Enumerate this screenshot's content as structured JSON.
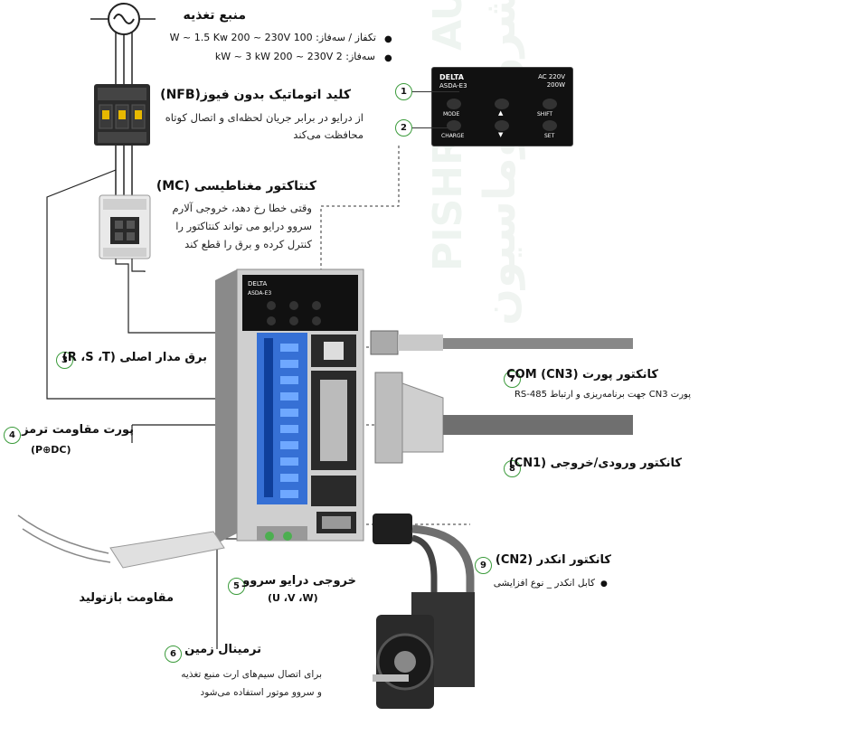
{
  "watermark": {
    "fa": "پیشرو اتوماسیون",
    "en": "PISHRAM AUTOMATION"
  },
  "power": {
    "title": "منبع تغذیه",
    "line1": "تکفاز / سه‌فاز: 100 W ~ 1.5 Kw  200 ~ 230V",
    "line2": "سه‌فاز: 2 kW ~ 3 kW  200 ~ 230V"
  },
  "nfb": {
    "title": "کلید اتوماتیک بدون فیوز(NFB)",
    "desc": "از درایو در برابر جریان لحظه‌ای و اتصال کوتاه محافظت می‌کند"
  },
  "mc": {
    "title": "کنتاکتور مغناطیسی (MC)",
    "desc": "وقتی خطا رخ دهد، خروجی آلارم سروو درایو می تواند کنتاکتور را کنترل کرده و برق را قطع کند"
  },
  "panel": {
    "brand": "DELTA",
    "model": "ASDA-E3",
    "rating1": "AC 220V",
    "rating2": "200W",
    "keys": [
      "MODE",
      "▲",
      "SHIFT",
      "CHARGE",
      "▼",
      "SET"
    ],
    "callouts": [
      "1",
      "2"
    ]
  },
  "items": [
    {
      "num": "3",
      "title": "برق مدار اصلی (R ،S ،T)",
      "subtitle": "",
      "desc": ""
    },
    {
      "num": "4",
      "title": "پورت مقاومت ترمز",
      "subtitle": "(P⊕DC)",
      "desc": ""
    },
    {
      "num": "5",
      "title": "خروجی درایو سروو",
      "subtitle": "(U ،V ،W)",
      "desc": ""
    },
    {
      "num": "6",
      "title": "ترمینال زمین",
      "subtitle": "",
      "desc": "برای اتصال سیم‌های ارت منبع تغذیه و سروو موتور استفاده می‌شود"
    },
    {
      "num": "7",
      "title": "کانکتور پورت COM (CN3)",
      "subtitle": "",
      "desc": "پورت CN3 جهت برنامه‌ریزی و ارتباط RS-485"
    },
    {
      "num": "8",
      "title": "کانکتور ورودی/خروجی (CN1)",
      "subtitle": "",
      "desc": ""
    },
    {
      "num": "9",
      "title": "کانکتور انکدر (CN2)",
      "subtitle": "",
      "desc": "کابل انکدر _ نوع افزایشی"
    }
  ],
  "regen": {
    "label": "مقاومت بازتولید"
  },
  "colors": {
    "accent": "#3b9b3b",
    "drive_blue": "#1b5fd6",
    "line": "#222222"
  }
}
